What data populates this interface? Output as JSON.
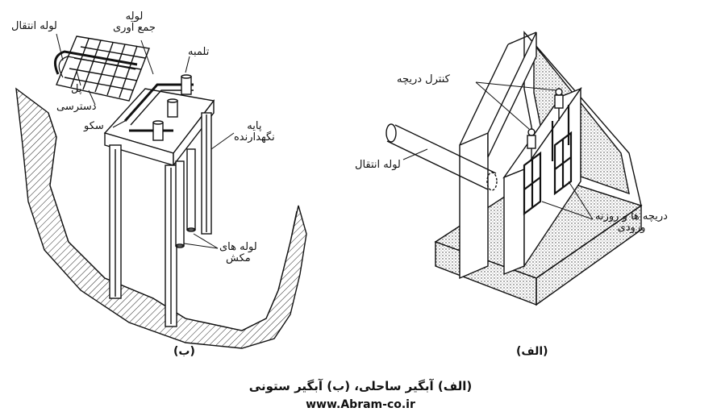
{
  "left_figure": {
    "subcaption": "(ب)",
    "labels": {
      "transfer_pipe": "لوله انتقال",
      "collection_pipe": "لوله\nجمع آوری",
      "pump": "تلمبه",
      "bridge": "پل",
      "access": "دسترسی",
      "platform": "سکو",
      "support_pier": "پایه\nنگهدارنده",
      "suction_pipes": "لوله های\nمکش"
    }
  },
  "right_figure": {
    "subcaption": "(الف)",
    "labels": {
      "gate_control": "کنترل دریچه",
      "transfer_pipe": "لوله انتقال",
      "gates_and_inlets": "دریچه ها و روزنه\nورودی"
    }
  },
  "caption": "(الف) آبگیر ساحلی، (ب) آبگیر ستونی",
  "source_url": "www.Abram-co.ir"
}
